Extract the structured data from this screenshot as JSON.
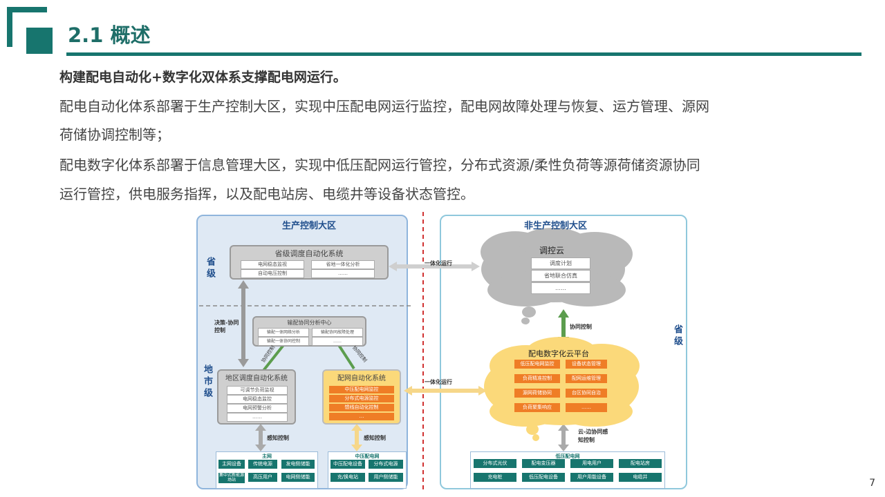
{
  "header": {
    "title": "2.1 概述",
    "page_number": "7"
  },
  "content": {
    "lead": "构建配电自动化+数字化双体系支撑配电网运行。",
    "para1_line1": "配电自动化体系部署于生产控制大区，实现中压配电网运行监控，配电网故障处理与恢复、运方管理、源网",
    "para1_line2": "荷储协调控制等；",
    "para2_line1": "配电数字化体系部署于信息管理大区，实现中低压配网运行管控，分布式资源/柔性负荷等源荷储资源协同",
    "para2_line2": "运行管控，供电服务指挥，以及配电站房、电缆井等设备状态管控。"
  },
  "diagram": {
    "left_title": "生产控制大区",
    "right_title": "非生产控制大区",
    "label_province_left": "省级",
    "label_city": "地市级",
    "label_province_right": "省级",
    "province_system": {
      "title": "省级调度自动化系统",
      "cells": [
        "电网稳态监视",
        "省地一体化分析",
        "自动电压控制",
        "……"
      ]
    },
    "coord_center": {
      "title": "输配协同分析中心",
      "cells": [
        "输配一体网络分析",
        "输配协同故障处理",
        "输配一体协同控制",
        "……"
      ]
    },
    "decision_label": "决策-协同控制",
    "coord_left_label": "协同控制",
    "coord_right_label": "协同控制",
    "city_system": {
      "title": "地区调度自动化系统",
      "cells": [
        "可调节负荷监视",
        "电网稳态监控",
        "电网预警分析",
        "……"
      ]
    },
    "da_system": {
      "title": "配网自动化系统",
      "cells": [
        "中压配电网监控",
        "分布式电源监控",
        "馈线自动化控制",
        "…"
      ]
    },
    "perception1": "感知控制",
    "perception2": "感知控制",
    "main_grid": {
      "title": "主网",
      "cells": [
        "主网设备",
        "传统电源",
        "发电侧储能",
        "集中式新能源场站",
        "高压用户",
        "电网侧储能"
      ]
    },
    "mv_grid": {
      "title": "中压配电网",
      "cells": [
        "中压配电设备",
        "分布式电源",
        "充/换电站",
        "用户侧储能"
      ]
    },
    "integrated_top": "一体化运行",
    "integrated_bottom": "一体化运行",
    "dispatch_cloud": {
      "title": "调控云",
      "cells": [
        "调度计划",
        "省地联合仿真",
        "……"
      ]
    },
    "cloud_coord": "协同控制",
    "digital_cloud": {
      "title": "配电数字化云平台",
      "cells": [
        "低压配电网监控",
        "设备状态管理",
        "负荷精准控制",
        "配网运维管理",
        "源网荷储协同",
        "台区协同自治",
        "负荷聚集响应",
        "……"
      ]
    },
    "edge_label": "云-边协同感知控制",
    "lv_grid": {
      "title": "低压配电网",
      "cells": [
        "分布式光伏",
        "配电变压器",
        "用电用户",
        "配电站房",
        "充电桩",
        "低压配电设备",
        "用户用能设备",
        "电缆井"
      ]
    }
  },
  "colors": {
    "brand": "#17756e",
    "orange": "#ef7d26",
    "blue_title": "#1f4e8c"
  }
}
